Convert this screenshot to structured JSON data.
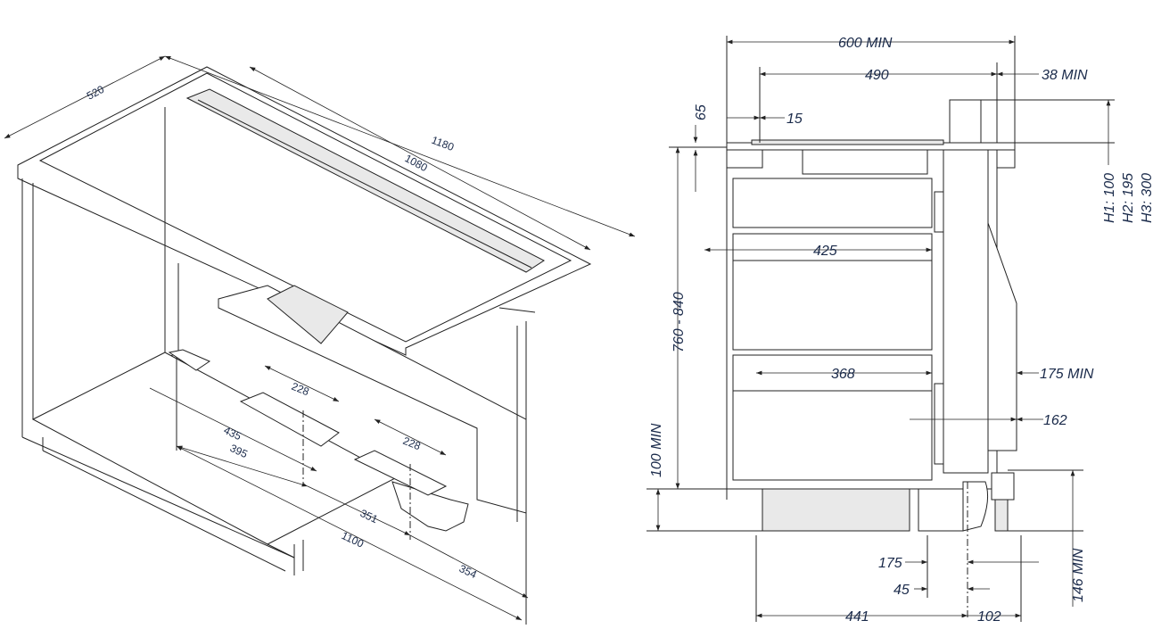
{
  "isometric_view": {
    "labels": {
      "width_520": "520",
      "length_1180": "1180",
      "length_1080": "1080",
      "cutout_228_left": "228",
      "cutout_228_right": "228",
      "dim_435": "435",
      "dim_395": "395",
      "dim_351": "351",
      "dim_1100": "1100",
      "dim_354": "354"
    }
  },
  "side_view": {
    "labels": {
      "width_600_min": "600 MIN",
      "width_490": "490",
      "gap_38_min": "38 MIN",
      "dim_65": "65",
      "dim_15": "15",
      "height_options": [
        "H1: 100",
        "H2: 195",
        "H3: 300"
      ],
      "dim_425": "425",
      "height_760_840": "760 - 840",
      "dim_368": "368",
      "gap_175_min": "175 MIN",
      "dim_162": "162",
      "plinth_100_min": "100 MIN",
      "plinth_146_min": "146 MIN",
      "dim_175": "175",
      "dim_45": "45",
      "dim_441": "441",
      "dim_102": "102"
    }
  }
}
